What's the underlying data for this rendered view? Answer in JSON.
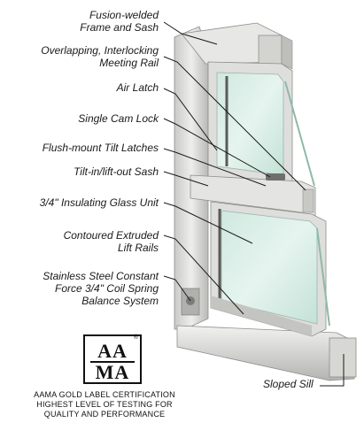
{
  "labels": {
    "fusion_welded": [
      "Fusion-welded",
      "Frame and Sash"
    ],
    "overlapping_rail": [
      "Overlapping, Interlocking",
      "Meeting Rail"
    ],
    "air_latch": [
      "Air Latch"
    ],
    "cam_lock": [
      "Single Cam Lock"
    ],
    "tilt_latches": [
      "Flush-mount Tilt Latches"
    ],
    "tilt_sash": [
      "Tilt-in/lift-out Sash"
    ],
    "glass_unit": [
      "3/4\" Insulating Glass Unit"
    ],
    "lift_rails": [
      "Contoured Extruded",
      "Lift Rails"
    ],
    "balance_system": [
      "Stainless Steel Constant",
      "Force  3/4\" Coil Spring",
      "Balance System"
    ],
    "sloped_sill": "Sloped Sill"
  },
  "certification": {
    "logo_top": "AA",
    "logo_bottom": "MA",
    "logo_mark": "®",
    "caption_line1": "AAMA GOLD LABEL CERTIFICATION",
    "caption_line2": "HIGHEST LEVEL OF TESTING FOR",
    "caption_line3": "QUALITY AND PERFORMANCE"
  }
}
